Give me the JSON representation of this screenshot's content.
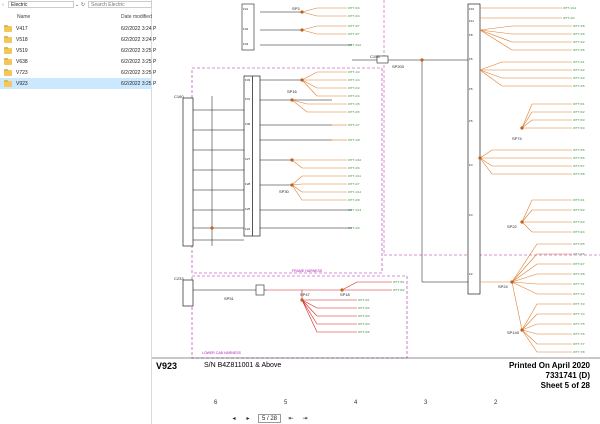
{
  "explorer": {
    "address": "Electric",
    "search_placeholder": "Search Electric",
    "col_name": "Name",
    "col_date": "Date modified",
    "folders": [
      {
        "name": "V417",
        "date": "6/2/2022 3:24 P",
        "selected": false
      },
      {
        "name": "V518",
        "date": "6/2/2022 3:24 P",
        "selected": false
      },
      {
        "name": "V519",
        "date": "6/2/2022 3:25 P",
        "selected": false
      },
      {
        "name": "V638",
        "date": "6/2/2022 3:25 P",
        "selected": false
      },
      {
        "name": "V723",
        "date": "6/2/2022 3:25 P",
        "selected": false
      },
      {
        "name": "V923",
        "date": "6/2/2022 3:25 P",
        "selected": true
      }
    ]
  },
  "document": {
    "model": "V923",
    "serial_range": "S/N B4Z811001 & Above",
    "printed": "Printed On April 2020",
    "doc_number": "7331741 (D)",
    "sheet": "Sheet 5 of 28",
    "harness_labels": [
      "FRAME HARNESS",
      "LOWER CAB HARNESS"
    ],
    "grid_numbers": [
      "6",
      "5",
      "4",
      "3",
      "2"
    ]
  },
  "viewer": {
    "current_page": "5 / 28",
    "total_pages": "28"
  },
  "colors": {
    "wire_orange": "#e07b2a",
    "wire_red": "#d81e1e",
    "wire_black": "#111111",
    "harness_pink": "#b020b0",
    "connector_green": "#3a8f3a",
    "selection_blue": "#cce8ff"
  }
}
